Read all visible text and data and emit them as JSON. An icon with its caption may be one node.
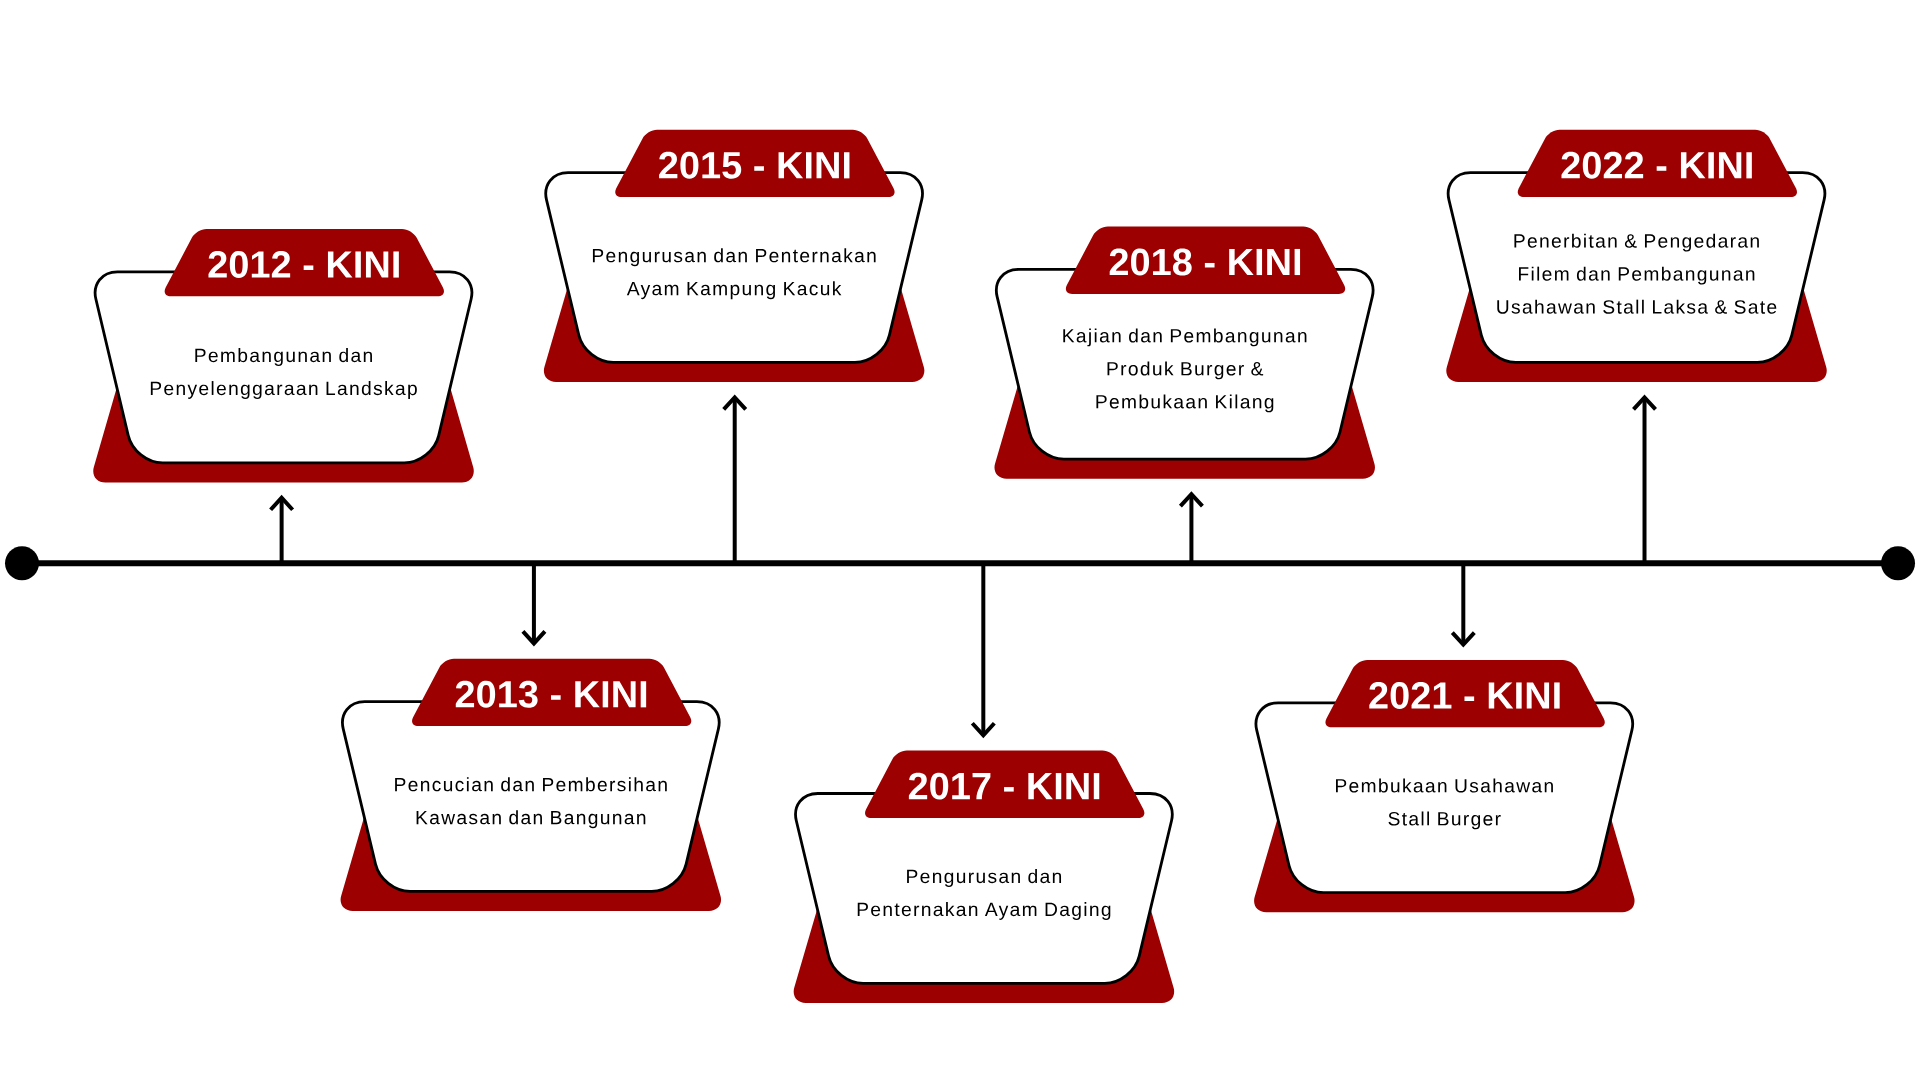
{
  "diagram": {
    "nodes": [
      {
        "text": [
          "2012 - KINI",
          "Pembangunan dan Penyelenggaraan Landskap"
        ]
      },
      {
        "text": [
          "2013 - KINI",
          "Pencucian dan Pembersihan Kawasan dan Bangunan"
        ]
      },
      {
        "text": [
          "2015 - KINI",
          "Pengurusan dan Penternakan Ayam Kampung Kacuk"
        ]
      },
      {
        "text": [
          "2017 - KINI",
          "Pengurusan dan Penternakan Ayam Daging"
        ]
      },
      {
        "text": [
          "2018 - KINI",
          "Kajian dan Pembangunan Produk Burger & Pembukaan Kilang"
        ]
      },
      {
        "text": [
          "2021 - KINI",
          "Pembukaan Usahawan Stall Burger"
        ]
      },
      {
        "text": [
          "2022 - KINI",
          "Penerbitan & Pengedaran Filem dan Pembangunan Usahawan Stall Laksa & Sate"
        ]
      }
    ],
    "edges": [
      {
        "from": null,
        "to": 0,
        "arrow": "to"
      },
      {
        "from": null,
        "to": 1,
        "arrow": "to"
      },
      {
        "from": null,
        "to": 2,
        "arrow": "to"
      },
      {
        "from": null,
        "to": 3,
        "arrow": "to"
      },
      {
        "from": null,
        "to": 4,
        "arrow": "to"
      },
      {
        "from": null,
        "to": 5,
        "arrow": "to"
      },
      {
        "from": null,
        "to": 6,
        "arrow": "to"
      }
    ]
  }
}
